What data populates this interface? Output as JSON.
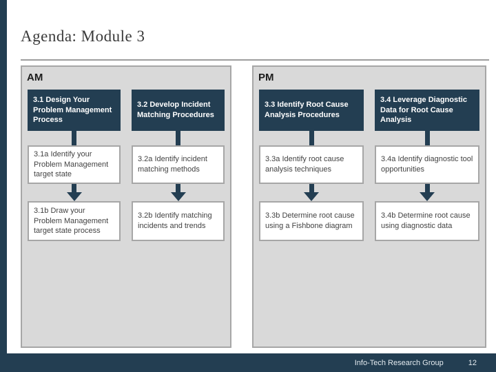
{
  "title": "Agenda: Module 3",
  "panels": [
    {
      "label": "AM",
      "columns": [
        {
          "header": "3.1 Design Your Problem Management Process",
          "steps": [
            "3.1a Identify your Problem Management target state",
            "3.1b Draw your Problem Management target state process"
          ]
        },
        {
          "header": "3.2 Develop Incident Matching Procedures",
          "steps": [
            "3.2a Identify incident matching methods",
            "3.2b Identify matching incidents and trends"
          ]
        }
      ]
    },
    {
      "label": "PM",
      "columns": [
        {
          "header": "3.3 Identify Root Cause Analysis Procedures",
          "steps": [
            "3.3a Identify root cause analysis techniques",
            "3.3b Determine root cause using a Fishbone diagram"
          ]
        },
        {
          "header": "3.4 Leverage Diagnostic Data for Root Cause Analysis",
          "steps": [
            "3.4a Identify diagnostic tool opportunities",
            "3.4b Determine root cause using diagnostic data"
          ]
        }
      ]
    }
  ],
  "footer": {
    "company": "Info-Tech Research Group",
    "page": "12"
  },
  "colors": {
    "navy": "#233E52",
    "panel_bg": "#D9D9D9",
    "border_gray": "#A6A6A6"
  }
}
